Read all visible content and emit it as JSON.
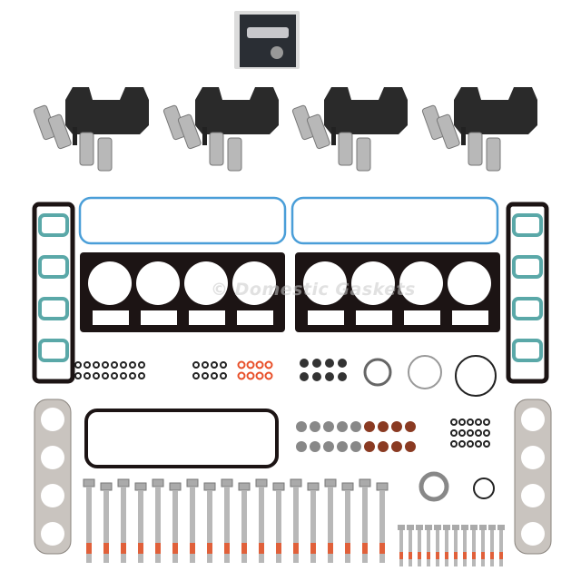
{
  "watermark": "© Domestic Gaskets",
  "colors": {
    "gasket_black": "#1c1414",
    "port_teal": "#5aa8a8",
    "valley_blue": "#4a9ed8",
    "oring_red": "#e8502a",
    "seal_brown": "#8a3a22",
    "steel": "#b8b8b8",
    "bolt_thread_orange": "#e0603a"
  },
  "components": [
    "sealant-tube-pack",
    "lifter-guide-set",
    "intake-manifold-gasket",
    "valley-cover-gasket",
    "head-gasket",
    "valley-pan-gasket",
    "exhaust-manifold-gasket",
    "head-bolt",
    "short-bolt",
    "valve-stem-seal",
    "o-ring"
  ]
}
